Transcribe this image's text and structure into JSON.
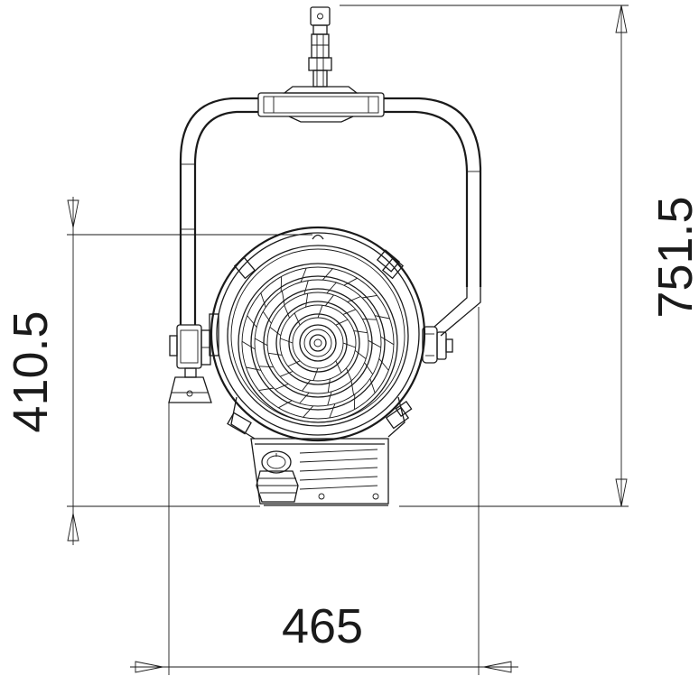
{
  "dimensions": {
    "overall_height": "751.5",
    "body_height": "410.5",
    "width": "465"
  }
}
